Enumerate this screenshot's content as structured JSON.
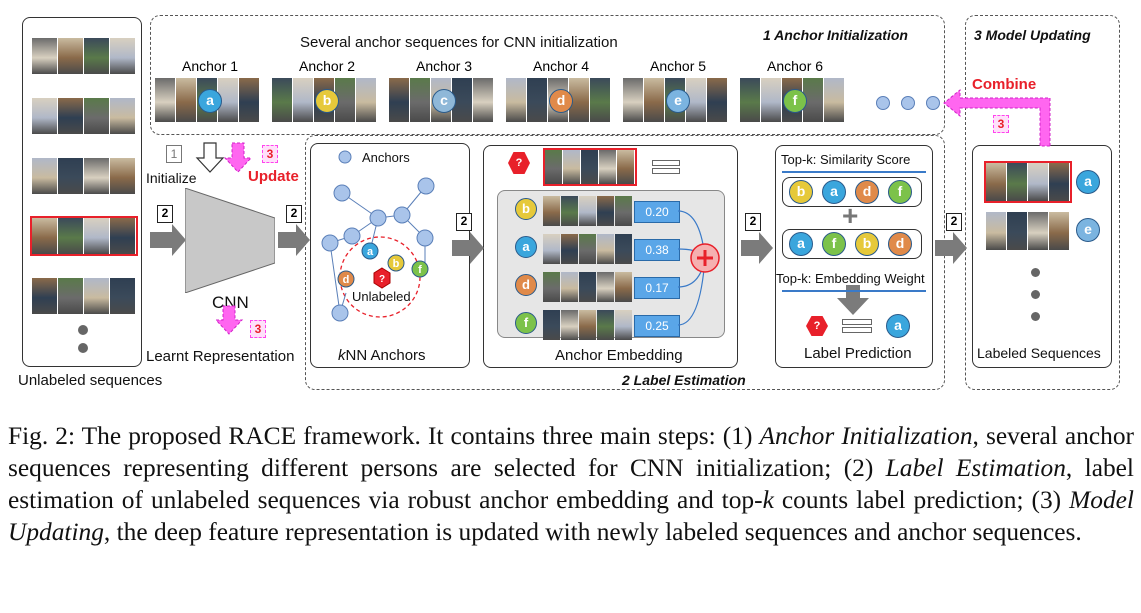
{
  "sections": {
    "anchor_init": "1 Anchor Initialization",
    "model_updating": "3 Model Updating",
    "label_estimation": "2 Label Estimation"
  },
  "anchors": {
    "header": "Several anchor sequences for CNN initialization",
    "items": [
      {
        "label": "Anchor 1",
        "letter": "a"
      },
      {
        "label": "Anchor 2",
        "letter": "b"
      },
      {
        "label": "Anchor 3",
        "letter": "c"
      },
      {
        "label": "Anchor 4",
        "letter": "d"
      },
      {
        "label": "Anchor 5",
        "letter": "e"
      },
      {
        "label": "Anchor 6",
        "letter": "f"
      }
    ]
  },
  "unlabeled": {
    "label": "Unlabeled sequences"
  },
  "cnn": {
    "label": "CNN",
    "initialize": "Initialize",
    "update": "Update",
    "learnt": "Learnt Representation"
  },
  "step_tags": {
    "one": "1",
    "two": "2",
    "three": "3"
  },
  "knn": {
    "legend": "Anchors",
    "unlabeled": "Unlabeled",
    "title_k": "k",
    "title_rest": "NN Anchors",
    "query": "?"
  },
  "embedding": {
    "title": "Anchor Embedding",
    "rows": [
      {
        "letter": "b",
        "weight": "0.20"
      },
      {
        "letter": "a",
        "weight": "0.38"
      },
      {
        "letter": "d",
        "weight": "0.17"
      },
      {
        "letter": "f",
        "weight": "0.25"
      }
    ]
  },
  "prediction": {
    "similarity": "Top-k: Similarity Score",
    "similarity_letters": [
      "b",
      "a",
      "d",
      "f"
    ],
    "embedding_weight": "Top-k: Embedding Weight",
    "weight_letters": [
      "a",
      "f",
      "b",
      "d"
    ],
    "title": "Label Prediction",
    "result": "a"
  },
  "labeled": {
    "title": "Labeled Sequences",
    "letters": [
      "a",
      "e"
    ]
  },
  "combine": "Combine",
  "caption": {
    "lead": "Fig. 2: The proposed RACE framework. It contains three main steps: (1) ",
    "t1": "Anchor Initialization",
    "m1": ", several anchor sequences representing different persons are selected for CNN initialization; (2) ",
    "t2": "Label Estimation",
    "m2": ", label estimation of unlabeled sequences via robust anchor embedding and top-",
    "k": "k",
    "m3": " counts label prediction; (3) ",
    "t3": "Model Updating",
    "tail": ", the deep feature representation is updated with newly labeled sequences and anchor sequences."
  },
  "colors": {
    "a": "#3aa6dd",
    "b": "#e6c93a",
    "c": "#8fb8d8",
    "d": "#e08a4a",
    "e": "#7bb4e0",
    "f": "#7cc24a",
    "magenta": "#ff44ee",
    "red": "#e8202a",
    "node": "#a9c4ea",
    "weight_box": "#5aa6e8"
  }
}
